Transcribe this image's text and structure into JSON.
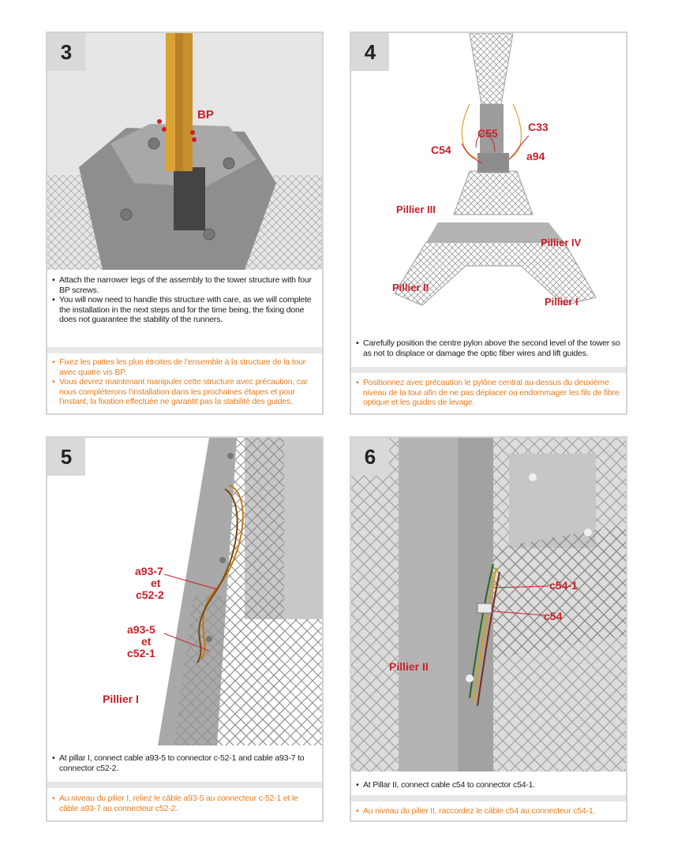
{
  "panels": [
    {
      "step": "3",
      "labels": [
        "BP"
      ],
      "en": [
        "Attach the narrower legs of the assembly to the tower structure with four BP screws.",
        "You will now need to handle this structure with care, as we will complete the installation in the next steps and for the time being, the fixing done does not guarantee the stability of the runners."
      ],
      "fr": [
        "Fixez les pattes les plus étroites de l’ensemble à la structure de la tour avec quatre vis BP.",
        "Vous devrez maintenant manipuler cette structure avec précaution, car nous compléterons l’installation dans les prochaines étapes et pour l’instant, la fixation effectuée ne garantit pas la stabilité des guides."
      ]
    },
    {
      "step": "4",
      "labels": [
        "C33",
        "C55",
        "C54",
        "a94",
        "Pillier III",
        "Pillier IV",
        "Pillier II",
        "Pillier I"
      ],
      "en": [
        "Carefully position the centre pylon above the second level of the tower so as not to displace or damage the optic fiber wires and lift guides."
      ],
      "fr": [
        "Positionnez avec précaution le pylône central au-dessus du deuxième niveau de la tour afin de ne pas déplacer ou endommager les fils de fibre optique et les guides de levage."
      ]
    },
    {
      "step": "5",
      "labels": [
        "a93-7",
        "et",
        "c52-2",
        "a93-5",
        "et",
        "c52-1",
        "Pillier I"
      ],
      "en": [
        "At pillar I, connect cable a93-5 to connector c-52-1 and cable a93-7 to connector c52-2."
      ],
      "fr": [
        "Au niveau du pilier I, reliez le câble a93-5 au connecteur c-52-1 et le câble a93-7 au connecteur c52-2."
      ]
    },
    {
      "step": "6",
      "labels": [
        "c54-1",
        "c54",
        "Pillier II"
      ],
      "en": [
        "At Pillar II, connect cable c54 to connector c54-1."
      ],
      "fr": [
        "Au niveau du pilier II, raccordez le câble c54 au connecteur c54-1."
      ]
    }
  ],
  "colors": {
    "label_red": "#c8202a",
    "french_orange": "#ea7c1e",
    "english_text": "#1a1a1a"
  }
}
